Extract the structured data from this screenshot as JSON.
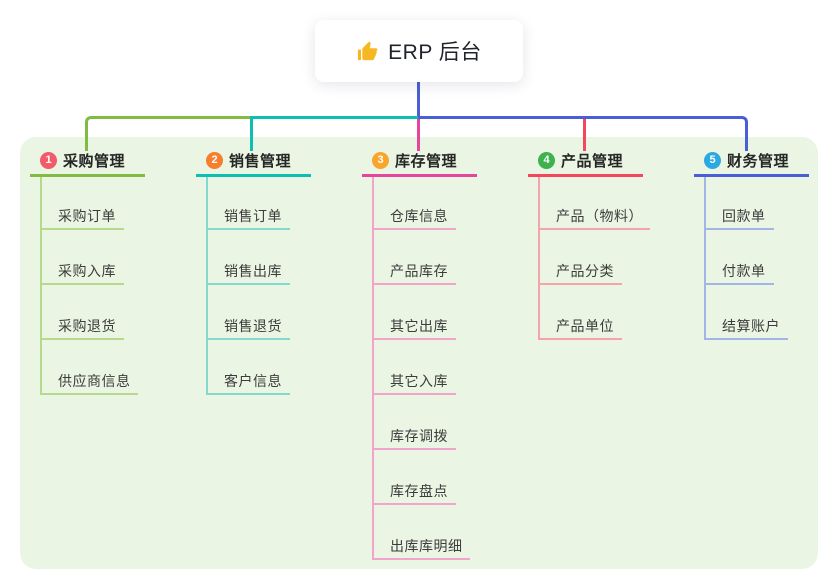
{
  "root": {
    "title": "ERP 后台",
    "icon": "thumbs-up-icon"
  },
  "branches": [
    {
      "key": "purchase",
      "badge": "1",
      "label": "采购管理",
      "badge_color": "#f25b68",
      "line_color": "#82bb44",
      "light_color": "#b5da8c",
      "children": [
        "采购订单",
        "采购入库",
        "采购退货",
        "供应商信息"
      ]
    },
    {
      "key": "sales",
      "badge": "2",
      "label": "销售管理",
      "badge_color": "#f67e2d",
      "line_color": "#0cbfae",
      "light_color": "#84d8cd",
      "children": [
        "销售订单",
        "销售出库",
        "销售退货",
        "客户信息"
      ]
    },
    {
      "key": "inventory",
      "badge": "3",
      "label": "库存管理",
      "badge_color": "#f9a52b",
      "line_color": "#e5459a",
      "light_color": "#f2a4ca",
      "children": [
        "仓库信息",
        "产品库存",
        "其它出库",
        "其它入库",
        "库存调拨",
        "库存盘点",
        "出库库明细"
      ]
    },
    {
      "key": "product",
      "badge": "4",
      "label": "产品管理",
      "badge_color": "#3db24e",
      "line_color": "#f2485e",
      "light_color": "#f7a3ab",
      "children": [
        "产品（物料）",
        "产品分类",
        "产品单位"
      ]
    },
    {
      "key": "finance",
      "badge": "5",
      "label": "财务管理",
      "badge_color": "#2baae2",
      "line_color": "#4a5fd5",
      "light_color": "#a3b5e6",
      "children": [
        "回款单",
        "付款单",
        "结算账户"
      ]
    }
  ],
  "colors": {
    "canvas_bg": "#ffffff",
    "panel_bg": "#eaf6e3",
    "root_line": "#4a5fd5",
    "thumb_icon": "#f7b722",
    "title_text": "#262626",
    "child_text": "#3c3c3c"
  }
}
